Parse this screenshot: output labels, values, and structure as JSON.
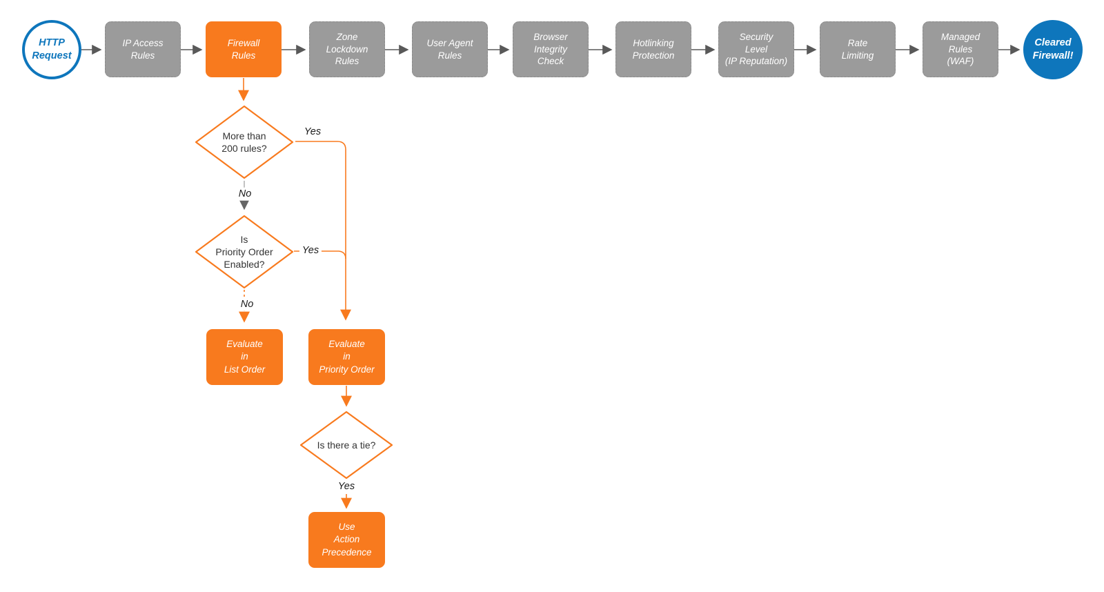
{
  "diagram": {
    "start": {
      "label": "HTTP\nRequest"
    },
    "end": {
      "label": "Cleared\nFirewall!"
    },
    "pipeline": [
      {
        "label": "IP Access\nRules"
      },
      {
        "label": "Firewall\nRules",
        "highlighted": true
      },
      {
        "label": "Zone\nLockdown\nRules"
      },
      {
        "label": "User Agent\nRules"
      },
      {
        "label": "Browser\nIntegrity\nCheck"
      },
      {
        "label": "Hotlinking\nProtection"
      },
      {
        "label": "Security\nLevel\n(IP Reputation)"
      },
      {
        "label": "Rate\nLimiting"
      },
      {
        "label": "Managed\nRules\n(WAF)"
      }
    ],
    "decisions": [
      {
        "label": "More than\n200 rules?"
      },
      {
        "label": "Is\nPriority Order\nEnabled?"
      },
      {
        "label": "Is there a tie?"
      }
    ],
    "actions": [
      {
        "label": "Evaluate\nin\nList Order"
      },
      {
        "label": "Evaluate\nin\nPriority Order"
      },
      {
        "label": "Use\nAction\nPrecedence"
      }
    ],
    "edge_labels": {
      "yes1": "Yes",
      "no1": "No",
      "yes2": "Yes",
      "no2": "No",
      "yes3": "Yes"
    },
    "colors": {
      "orange": "#f87a1e",
      "gray_node": "#9b9b9b",
      "blue": "#0e76bc",
      "arrow_gray": "#595959",
      "background": "#ffffff"
    }
  }
}
